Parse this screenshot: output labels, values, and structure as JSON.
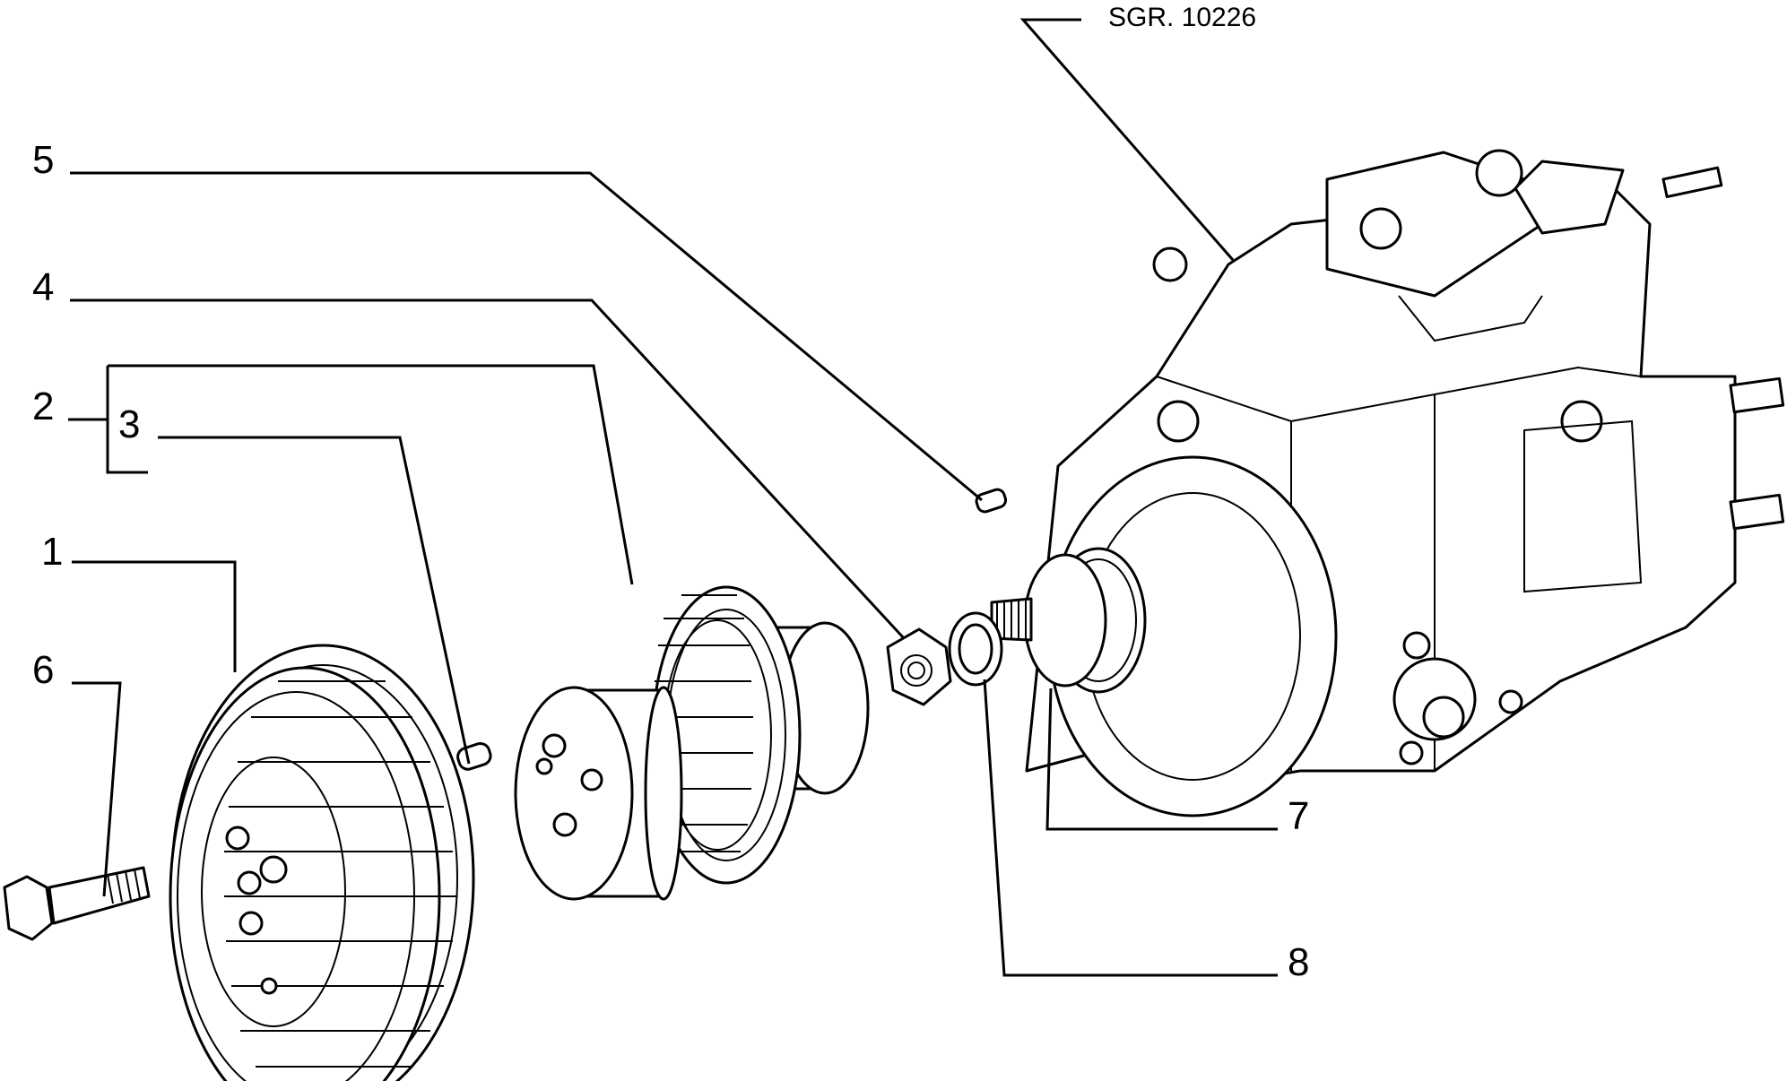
{
  "drawing_ref": "SGR. 10226",
  "callouts": {
    "c1": "1",
    "c2": "2",
    "c3": "3",
    "c4": "4",
    "c5": "5",
    "c6": "6",
    "c7": "7",
    "c8": "8"
  }
}
